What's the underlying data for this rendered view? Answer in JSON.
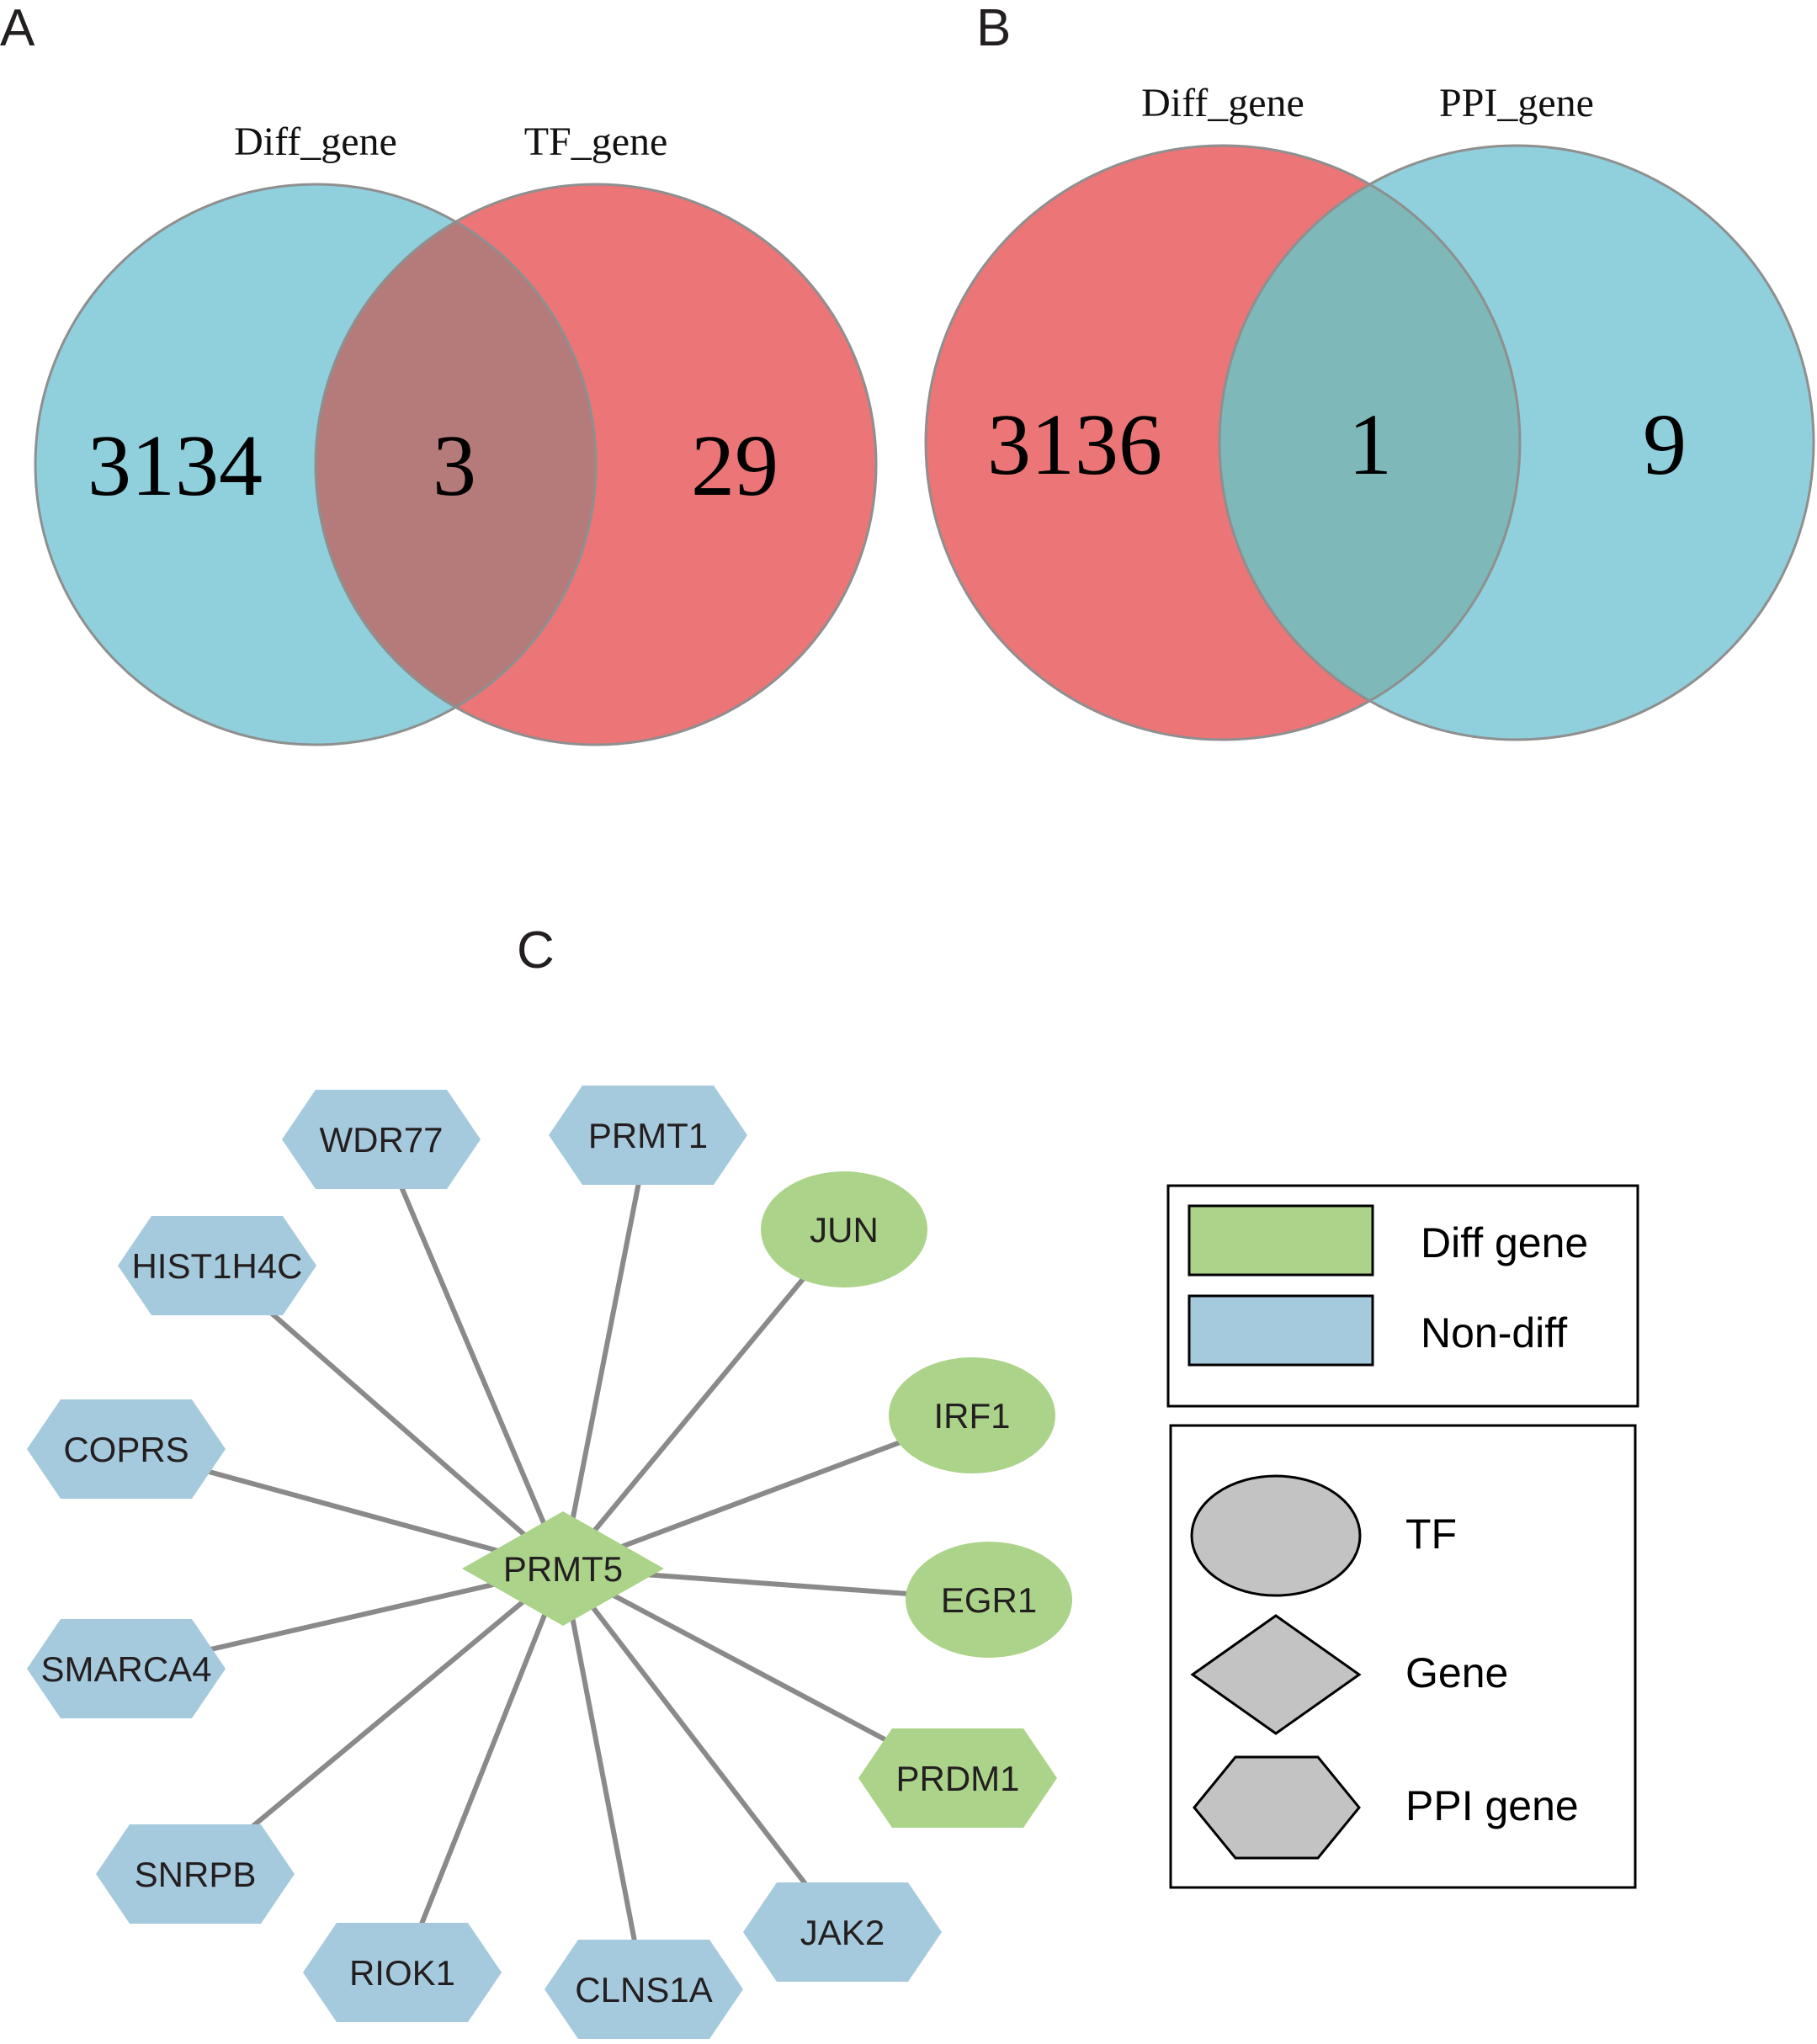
{
  "panels": {
    "a": {
      "label": "A",
      "left_set": "Diff_gene",
      "right_set": "TF_gene",
      "left_only": "3134",
      "both": "3",
      "right_only": "29"
    },
    "b": {
      "label": "B",
      "left_set": "Diff_gene",
      "right_set": "PPI_gene",
      "left_only": "3136",
      "both": "1",
      "right_only": "9"
    },
    "c": {
      "label": "C"
    }
  },
  "colors": {
    "venn_teal": "#8fd0dc",
    "venn_red": "#eb7577",
    "overlap_a": "#b57b7a",
    "overlap_b": "#7eb8b8",
    "diff_gene": "#acd38a",
    "non_diff": "#a6cadd",
    "shape_gray": "#c3c3c3"
  },
  "network": {
    "center": {
      "label": "PRMT5",
      "shape": "diamond",
      "status": "diff"
    },
    "nodes": [
      {
        "label": "WDR77",
        "shape": "hexagon",
        "status": "non-diff"
      },
      {
        "label": "PRMT1",
        "shape": "hexagon",
        "status": "non-diff"
      },
      {
        "label": "JUN",
        "shape": "ellipse",
        "status": "diff"
      },
      {
        "label": "HIST1H4C",
        "shape": "hexagon",
        "status": "non-diff"
      },
      {
        "label": "IRF1",
        "shape": "ellipse",
        "status": "diff"
      },
      {
        "label": "COPRS",
        "shape": "hexagon",
        "status": "non-diff"
      },
      {
        "label": "EGR1",
        "shape": "ellipse",
        "status": "diff"
      },
      {
        "label": "SMARCA4",
        "shape": "hexagon",
        "status": "non-diff"
      },
      {
        "label": "PRDM1",
        "shape": "hexagon",
        "status": "diff"
      },
      {
        "label": "SNRPB",
        "shape": "hexagon",
        "status": "non-diff"
      },
      {
        "label": "JAK2",
        "shape": "hexagon",
        "status": "non-diff"
      },
      {
        "label": "RIOK1",
        "shape": "hexagon",
        "status": "non-diff"
      },
      {
        "label": "CLNS1A",
        "shape": "hexagon",
        "status": "non-diff"
      }
    ]
  },
  "legend": {
    "colors": [
      {
        "label": "Diff gene"
      },
      {
        "label": "Non-diff"
      }
    ],
    "shapes": [
      {
        "label": "TF",
        "icon": "ellipse"
      },
      {
        "label": "Gene",
        "icon": "diamond"
      },
      {
        "label": "PPI gene",
        "icon": "hexagon"
      }
    ]
  }
}
